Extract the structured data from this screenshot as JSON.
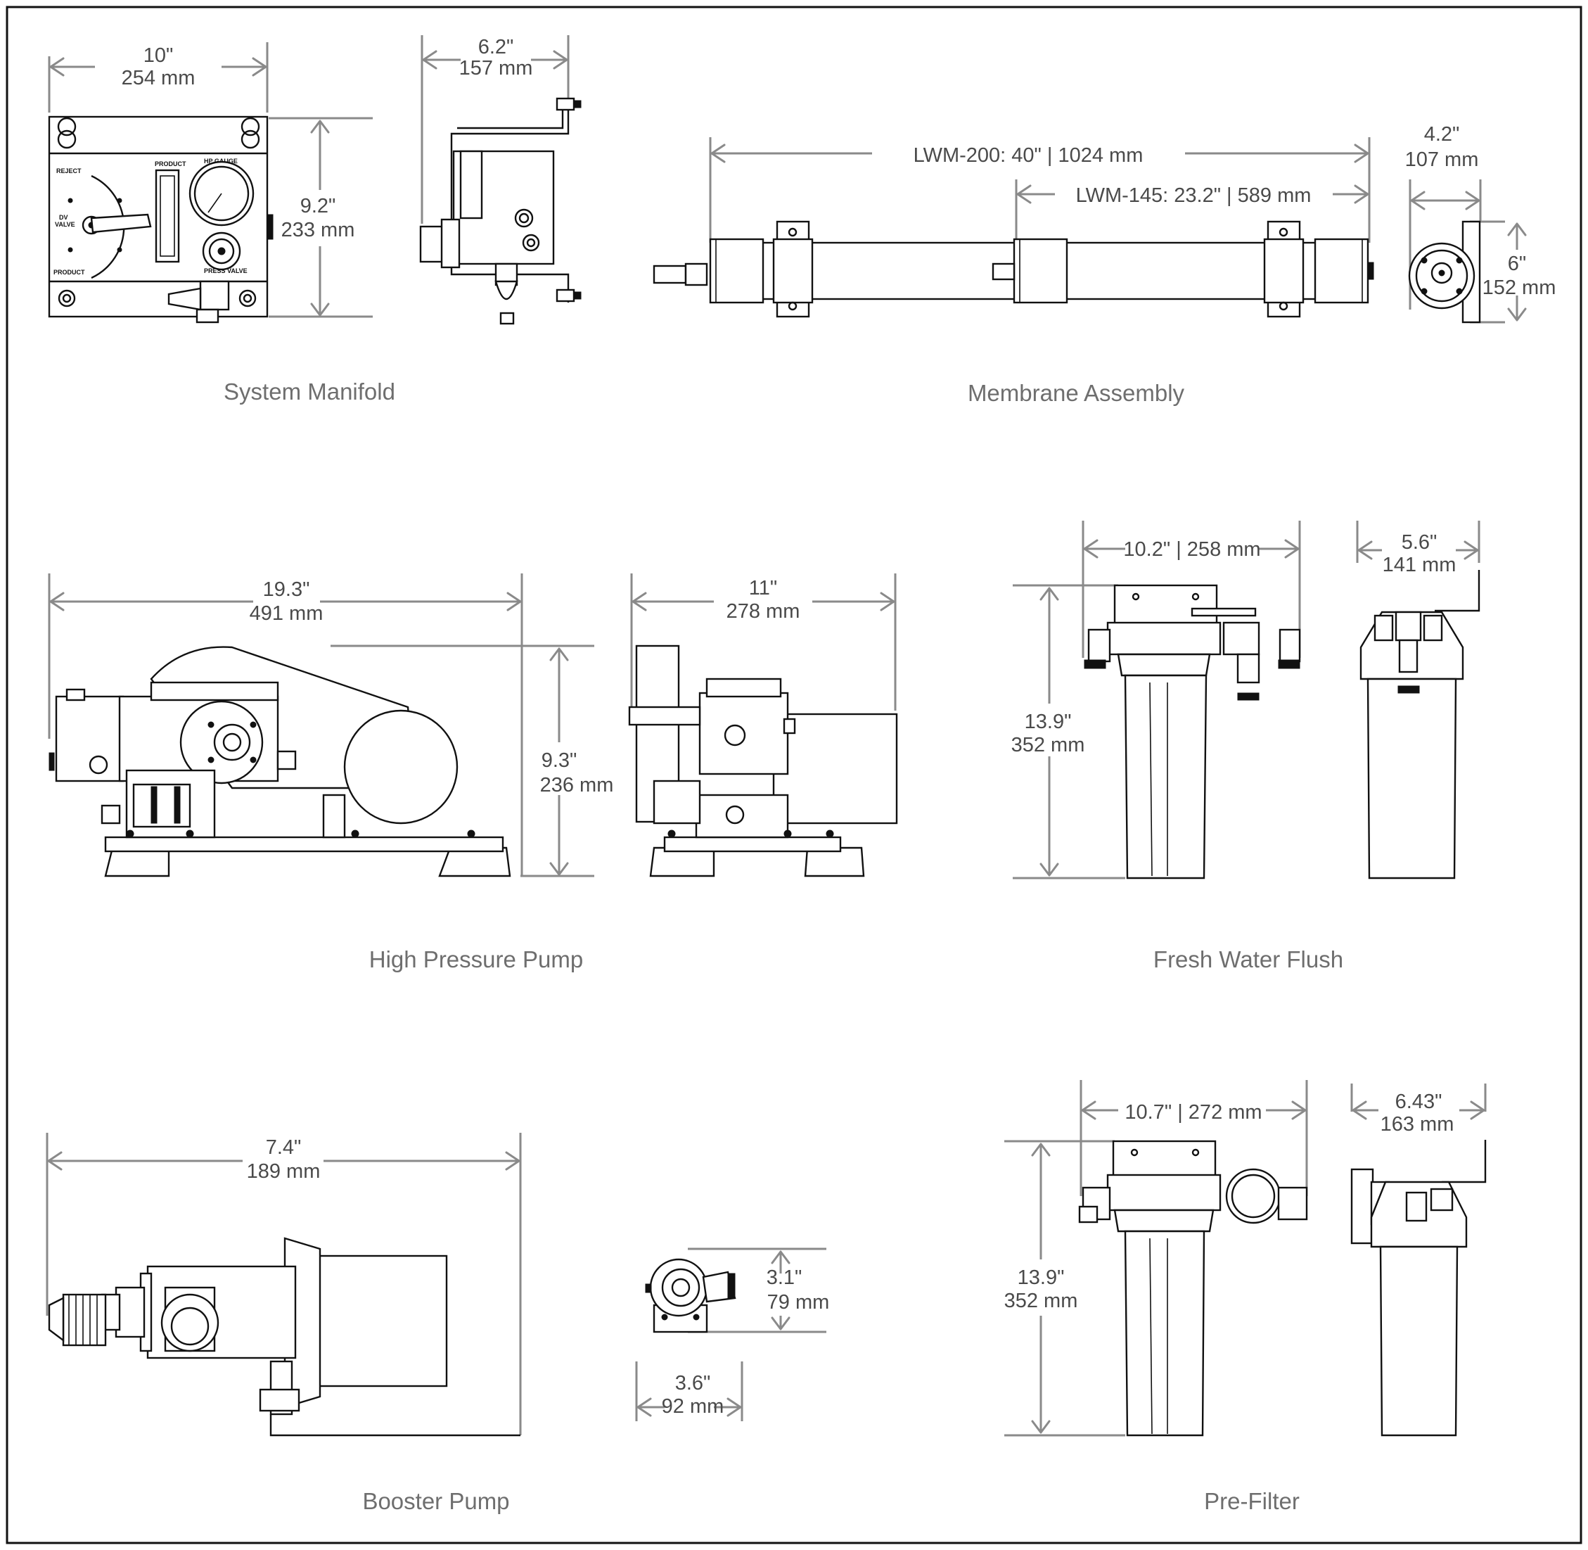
{
  "captions": {
    "system_manifold": "System Manifold",
    "membrane_assembly": "Membrane Assembly",
    "high_pressure_pump": "High Pressure Pump",
    "fresh_water_flush": "Fresh Water Flush",
    "booster_pump": "Booster Pump",
    "pre_filter": "Pre-Filter"
  },
  "manifold": {
    "width_in": "10\"",
    "width_mm": "254 mm",
    "height_in": "9.2\"",
    "height_mm": "233 mm",
    "depth_in": "6.2\"",
    "depth_mm": "157 mm",
    "panel_labels": {
      "reject": "REJECT",
      "dv_valve_1": "DV",
      "dv_valve_2": "VALVE",
      "product_left": "PRODUCT",
      "product_top": "PRODUCT",
      "hp_gauge": "HP GAUGE",
      "pressure_valve": "PRESS VALVE"
    }
  },
  "membrane": {
    "lwm200": "LWM-200: 40\" | 1024 mm",
    "lwm145": "LWM-145: 23.2\" | 589 mm",
    "end_width_in": "4.2\"",
    "end_width_mm": "107 mm",
    "end_height_in": "6\"",
    "end_height_mm": "152 mm"
  },
  "hp_pump": {
    "length_in": "19.3\"",
    "length_mm": "491 mm",
    "height_in": "9.3\"",
    "height_mm": "236 mm",
    "width_in": "11\"",
    "width_mm": "278 mm"
  },
  "flush": {
    "width": "10.2\" | 258 mm",
    "height_in": "13.9\"",
    "height_mm": "352 mm",
    "depth_in": "5.6\"",
    "depth_mm": "141 mm"
  },
  "booster": {
    "length_in": "7.4\"",
    "length_mm": "189 mm",
    "height_in": "3.1\"",
    "height_mm": "79 mm",
    "width_in": "3.6\"",
    "width_mm": "92 mm"
  },
  "prefilter": {
    "width": "10.7\" | 272 mm",
    "height_in": "13.9\"",
    "height_mm": "352 mm",
    "depth_in": "6.43\"",
    "depth_mm": "163 mm"
  }
}
